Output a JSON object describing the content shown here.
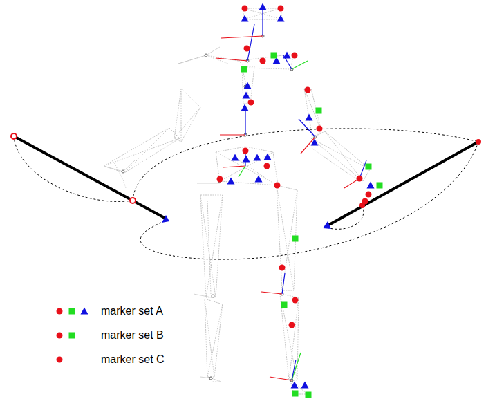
{
  "diagram": {
    "legend": [
      {
        "text": "marker set A"
      },
      {
        "text": "marker set B"
      },
      {
        "text": "marker set C"
      }
    ]
  }
}
